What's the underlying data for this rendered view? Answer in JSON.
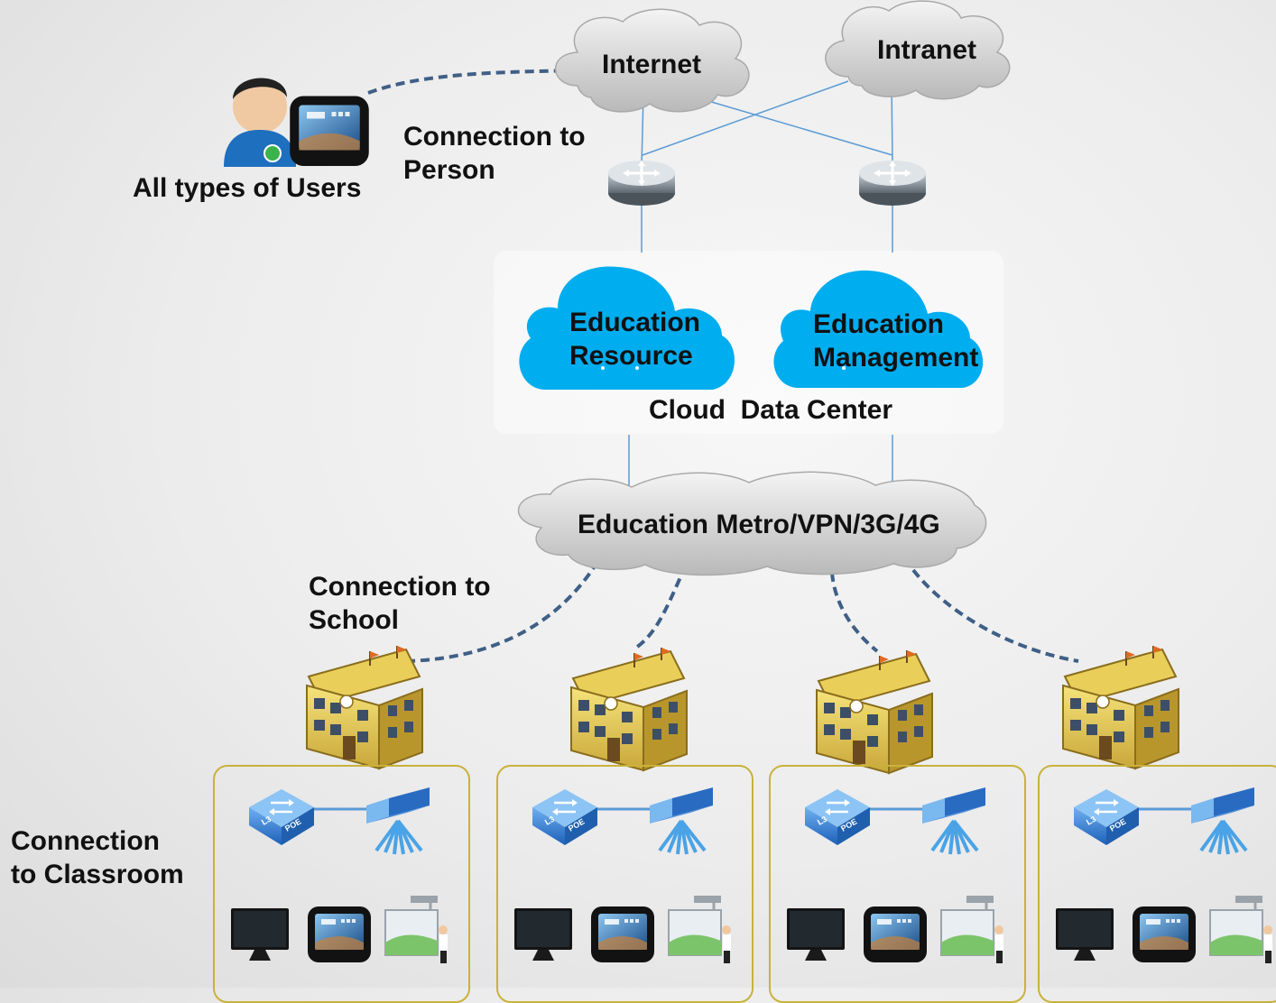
{
  "clouds": {
    "internet": "Internet",
    "intranet": "Intranet",
    "metro": "Education Metro/VPN/3G/4G"
  },
  "labels": {
    "all_users": "All types of Users",
    "connection_person": [
      "Connection to",
      "Person"
    ],
    "connection_school": [
      "Connection to",
      "School"
    ],
    "connection_classroom": [
      "Connection",
      "to Classroom"
    ]
  },
  "data_center": {
    "resource": [
      "Education",
      "Resource"
    ],
    "management": [
      "Education",
      "Management"
    ],
    "caption": "Cloud  Data Center"
  },
  "icons": {
    "router": "router-icon",
    "user": "user-icon",
    "tablet": "tablet-icon",
    "school": "school-building-icon",
    "switch": "l3-poe-switch-icon",
    "access_point": "wireless-access-point-icon",
    "monitor": "monitor-icon",
    "whiteboard": "interactive-whiteboard-icon"
  },
  "switch_text": {
    "l3": "L3",
    "poe": "POE"
  },
  "colors": {
    "cloud_blue": "#00adef",
    "link_line": "#5b9bd5",
    "dashed_link": "#3f5f86",
    "classroom_border": "#c9b23a"
  }
}
